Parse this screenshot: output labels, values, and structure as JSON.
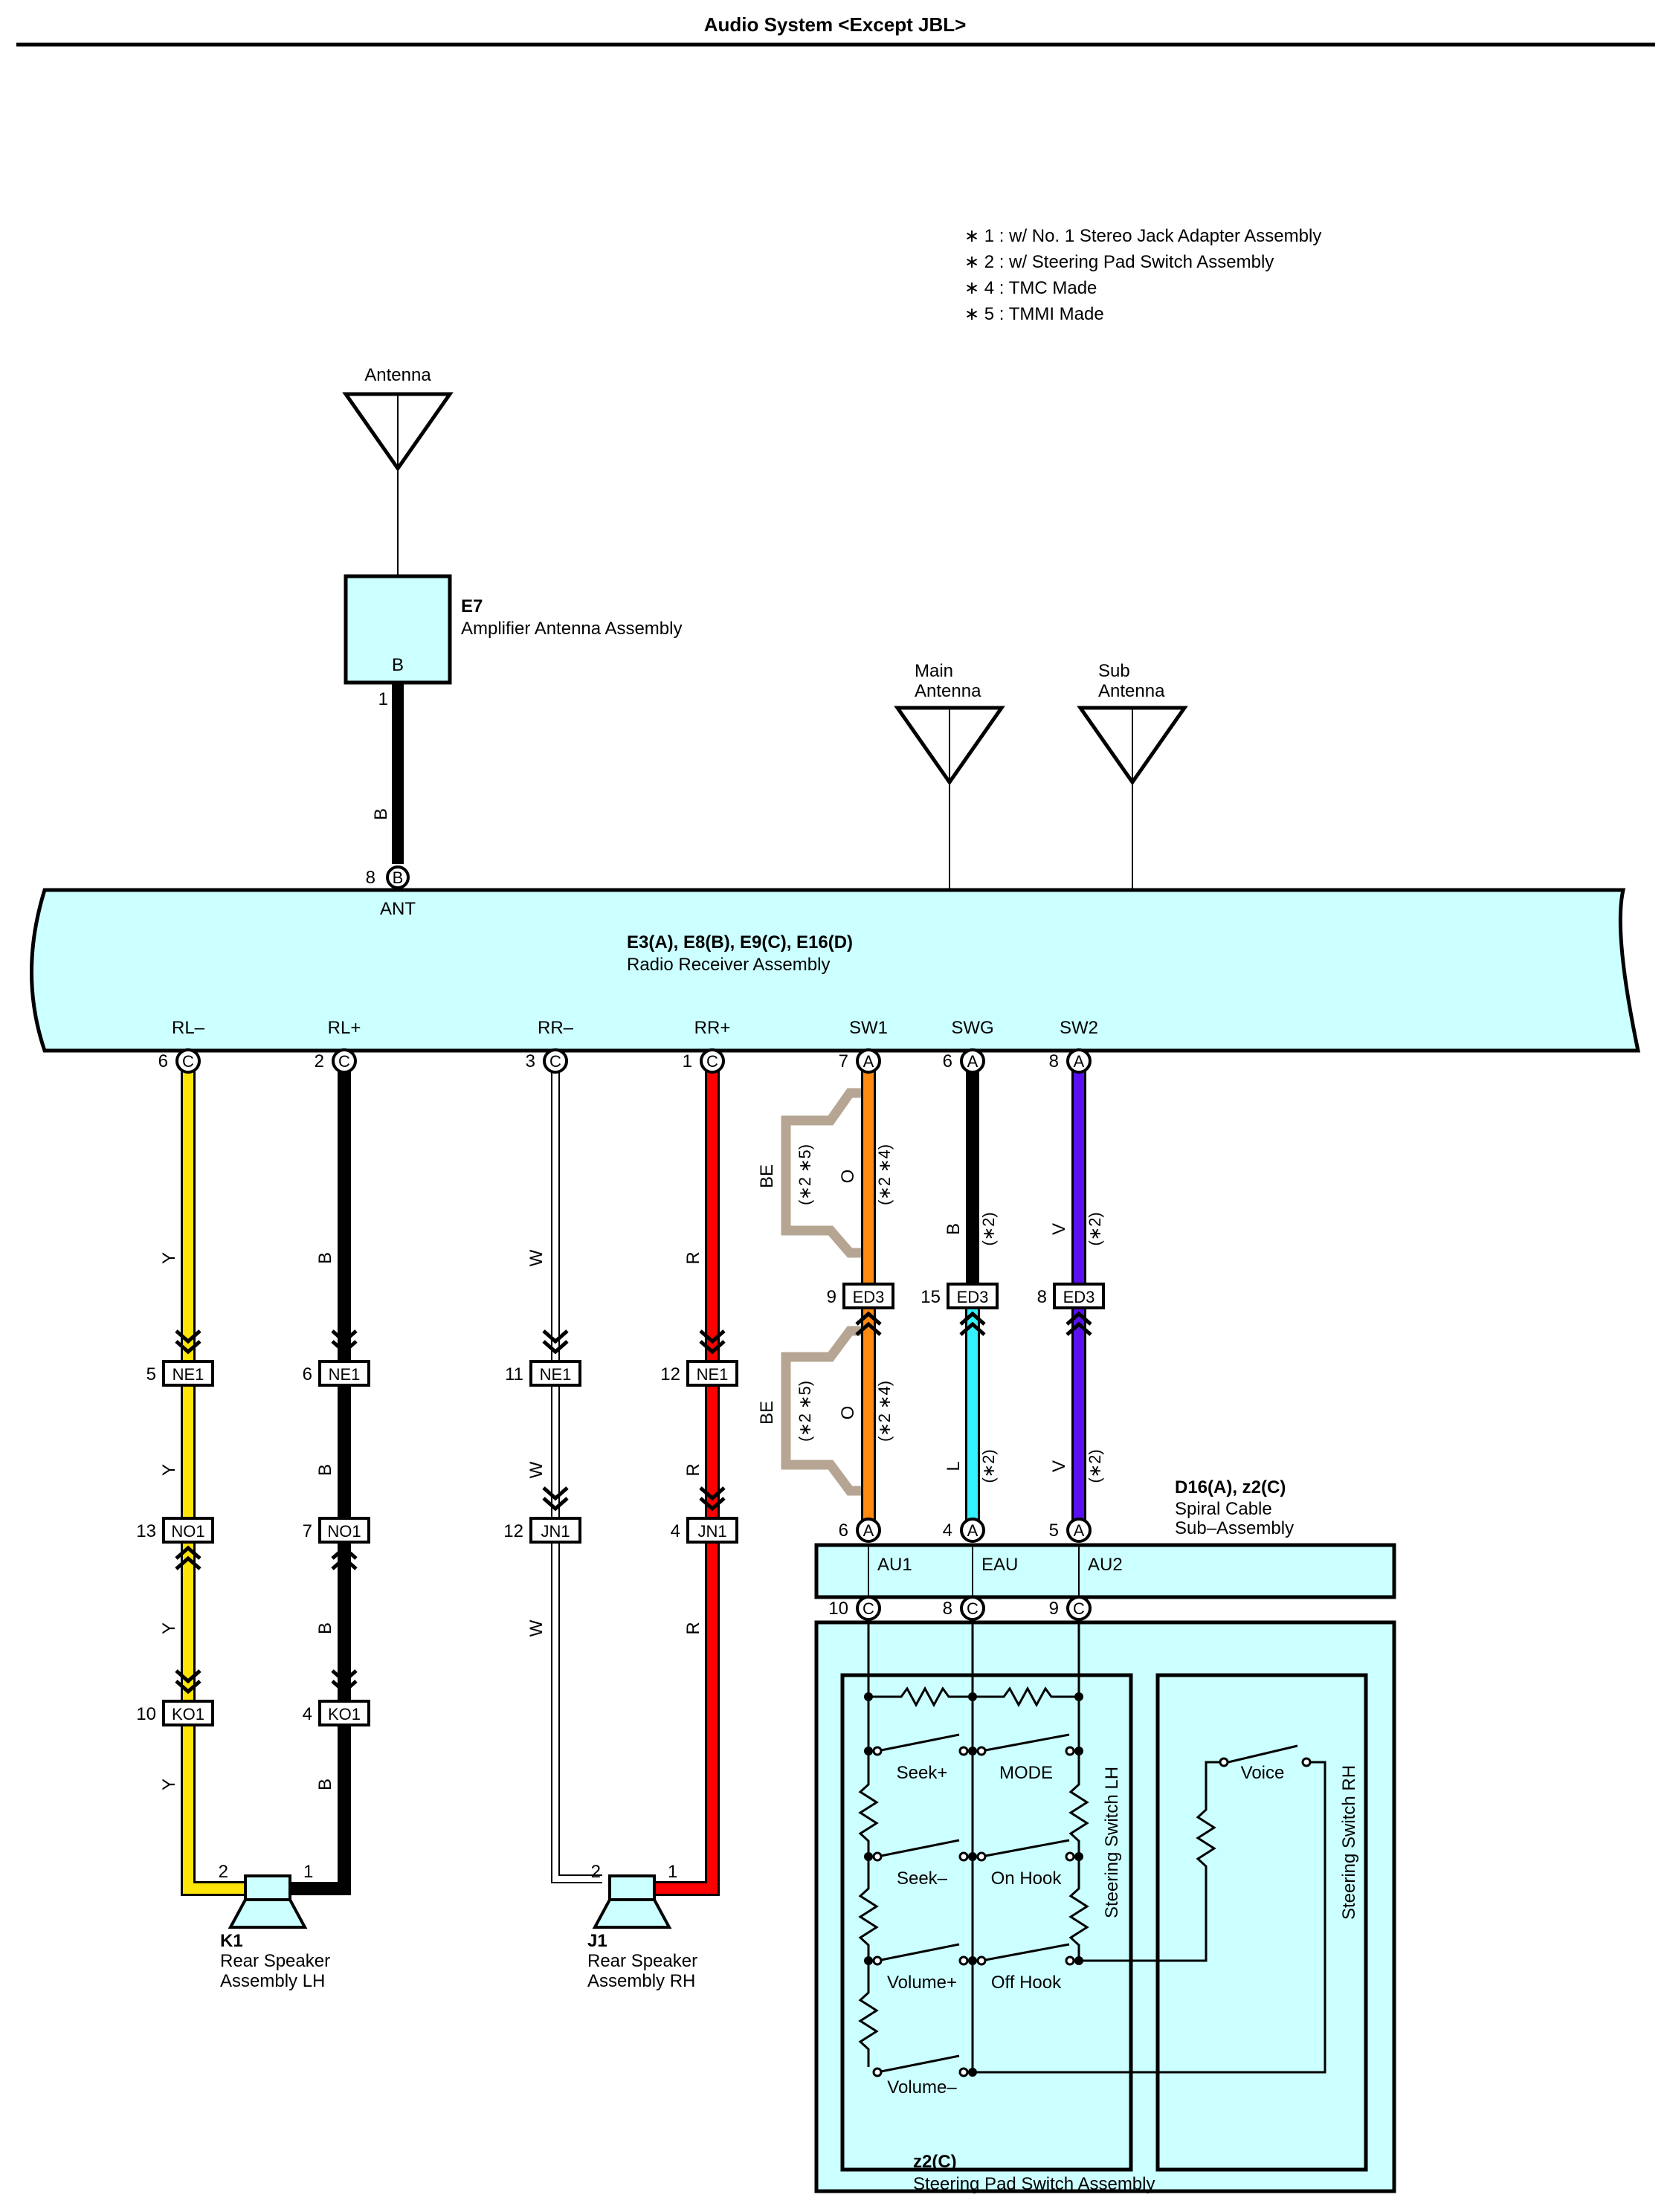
{
  "title": "Audio System <Except JBL>",
  "notes": [
    "∗ 1 : w/ No. 1 Stereo Jack Adapter Assembly",
    "∗ 2 : w/ Steering Pad Switch Assembly",
    "∗ 4 : TMC Made",
    "∗ 5 : TMMI Made"
  ],
  "antenna_label": "Antenna",
  "e7": {
    "code": "E7",
    "name": "Amplifier Antenna Assembly",
    "terminal": "B",
    "pin": "1"
  },
  "main_antenna": {
    "line1": "Main",
    "line2": "Antenna"
  },
  "sub_antenna": {
    "line1": "Sub",
    "line2": "Antenna"
  },
  "radio": {
    "code": "E3(A), E8(B), E9(C), E16(D)",
    "name": "Radio Receiver Assembly",
    "ant_pin": "8",
    "ant_conn": "B",
    "ant_label": "ANT"
  },
  "ant_wire_color": "B",
  "terminals": {
    "rl_minus": {
      "label": "RL–",
      "pin": "6",
      "conn": "C"
    },
    "rl_plus": {
      "label": "RL+",
      "pin": "2",
      "conn": "C"
    },
    "rr_minus": {
      "label": "RR–",
      "pin": "3",
      "conn": "C"
    },
    "rr_plus": {
      "label": "RR+",
      "pin": "1",
      "conn": "C"
    },
    "sw1": {
      "label": "SW1",
      "pin": "7",
      "conn": "A"
    },
    "swg": {
      "label": "SWG",
      "pin": "6",
      "conn": "A"
    },
    "sw2": {
      "label": "SW2",
      "pin": "8",
      "conn": "A"
    }
  },
  "wire_colors": {
    "y": "Y",
    "b": "B",
    "w": "W",
    "r": "R",
    "be": "BE",
    "o": "O",
    "l": "L",
    "v": "V",
    "note_25": "(∗2 ∗5)",
    "note_24": "(∗2 ∗4)",
    "note_2": "(∗2)"
  },
  "hex_colors": {
    "yellow": "#FFE40A",
    "black": "#000000",
    "white": "#FFFFFF",
    "red": "#FF0000",
    "orange": "#FF8A12",
    "beige": "#B5A592",
    "cyan": "#33F2FF",
    "violet": "#5A10F0",
    "fill": "#CCFFFF"
  },
  "connectors": {
    "ne1": "NE1",
    "no1": "NO1",
    "ko1": "KO1",
    "jn1": "JN1",
    "ed3": "ED3",
    "pins": {
      "ne1_y": "5",
      "ne1_b": "6",
      "ne1_w": "11",
      "ne1_r": "12",
      "no1_y": "13",
      "no1_b": "7",
      "ko1_y": "10",
      "ko1_b": "4",
      "jn1_w": "12",
      "jn1_r": "4",
      "ed3_o": "9",
      "ed3_b": "15",
      "ed3_v": "8"
    }
  },
  "spiral": {
    "code": "D16(A), z2(C)",
    "line1": "Spiral Cable",
    "line2": "Sub–Assembly",
    "au1": "AU1",
    "eau": "EAU",
    "au2": "AU2",
    "top_pins": [
      "6",
      "4",
      "5"
    ],
    "top_conn": "A",
    "bottom_pins": [
      "10",
      "8",
      "9"
    ],
    "bottom_conn": "C"
  },
  "steering": {
    "code": "z2(C)",
    "name": "Steering Pad Switch Assembly",
    "lh": "Steering Switch LH",
    "rh": "Steering Switch RH",
    "switches": {
      "seek_plus": "Seek+",
      "mode": "MODE",
      "seek_minus": "Seek–",
      "on_hook": "On Hook",
      "volume_plus": "Volume+",
      "off_hook": "Off Hook",
      "volume_minus": "Volume–",
      "voice": "Voice"
    }
  },
  "k1": {
    "code": "K1",
    "line1": "Rear Speaker",
    "line2": "Assembly LH",
    "pin_a": "2",
    "pin_b": "1"
  },
  "j1": {
    "code": "J1",
    "line1": "Rear Speaker",
    "line2": "Assembly RH",
    "pin_a": "2",
    "pin_b": "1"
  }
}
